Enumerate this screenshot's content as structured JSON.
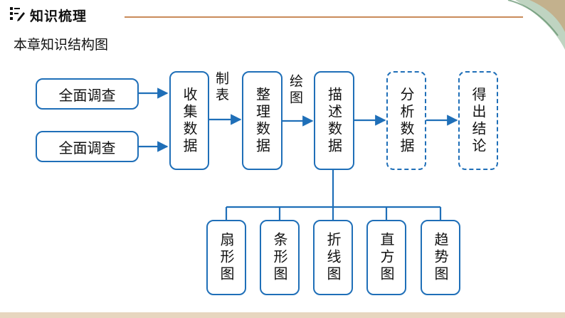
{
  "header": {
    "section_title": "知识梳理",
    "subtitle": "本章知识结构图"
  },
  "diagram": {
    "sources": [
      {
        "label": "全面调查"
      },
      {
        "label": "全面调查"
      }
    ],
    "steps": [
      {
        "label": "收集数据",
        "style": "solid"
      },
      {
        "label": "整理数据",
        "style": "solid"
      },
      {
        "label": "描述数据",
        "style": "solid"
      },
      {
        "label": "分析数据",
        "style": "dashed"
      },
      {
        "label": "得出结论",
        "style": "dashed"
      }
    ],
    "edge_labels": {
      "collect_to_organize": "制表",
      "organize_to_describe": "绘图"
    },
    "chart_types": [
      {
        "label": "扇形图"
      },
      {
        "label": "条形图"
      },
      {
        "label": "折线图"
      },
      {
        "label": "直方图"
      },
      {
        "label": "趋势图"
      }
    ],
    "colors": {
      "accent": "#1f6fb8",
      "text": "#111111",
      "page_border": "#e9dcc9"
    }
  },
  "icons": {
    "header_icon": "notes-edit-icon",
    "corner_decoration": "leaf-decoration"
  }
}
